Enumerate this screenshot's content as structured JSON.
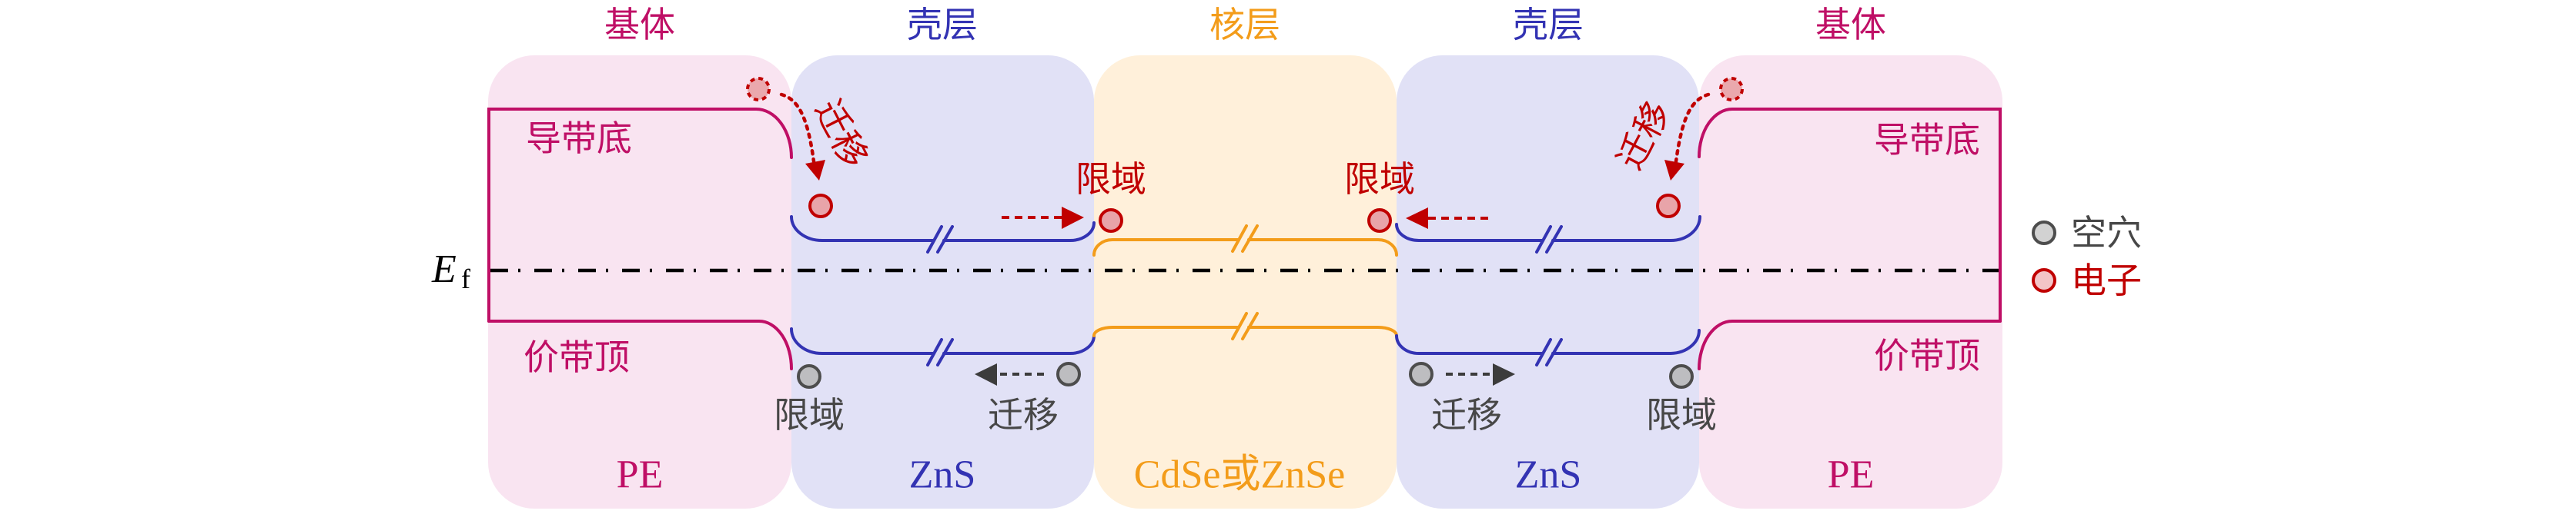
{
  "figure": {
    "fermi_level": {
      "symbol": "E",
      "subscript": "f"
    },
    "regions": [
      {
        "title": "基体",
        "material": "PE"
      },
      {
        "title": "壳层",
        "material": "ZnS"
      },
      {
        "title": "核层",
        "material": "CdSe或ZnSe"
      },
      {
        "title": "壳层",
        "material": "ZnS"
      },
      {
        "title": "基体",
        "material": "PE"
      }
    ],
    "band_labels": {
      "conduction_band_bottom": "导带底",
      "valence_band_top": "价带顶"
    },
    "electron_annotations": {
      "left_migration": "迁移",
      "left_confinement": "限域",
      "right_confinement": "限域",
      "right_migration": "迁移"
    },
    "hole_annotations": {
      "left_confinement": "限域",
      "left_migration": "迁移",
      "right_migration": "迁移",
      "right_confinement": "限域"
    }
  },
  "legend": [
    {
      "symbol": "hole",
      "label": "空穴"
    },
    {
      "symbol": "electron",
      "label": "电子"
    }
  ],
  "colors": {
    "substrate": "#bf0f66",
    "shell": "#3333b3",
    "core": "#f39c1a",
    "electron": "#c00000",
    "hole": "#4d4d4d",
    "substrate_bg": "#f9e4f1",
    "shell_bg": "#e1e1f6",
    "core_bg": "#fff0da"
  }
}
